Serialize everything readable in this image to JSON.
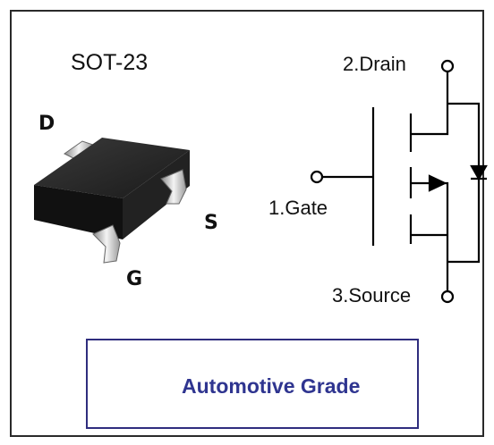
{
  "package": {
    "name": "SOT-23",
    "pins": {
      "drain_letter": "D",
      "gate_letter": "G",
      "source_letter": "S"
    }
  },
  "schematic": {
    "drain_label": "2.Drain",
    "gate_label": "1.Gate",
    "source_label": "3.Source"
  },
  "badge": {
    "text": "Automotive Grade",
    "icon": "car-icon",
    "color": "#2f3590"
  }
}
